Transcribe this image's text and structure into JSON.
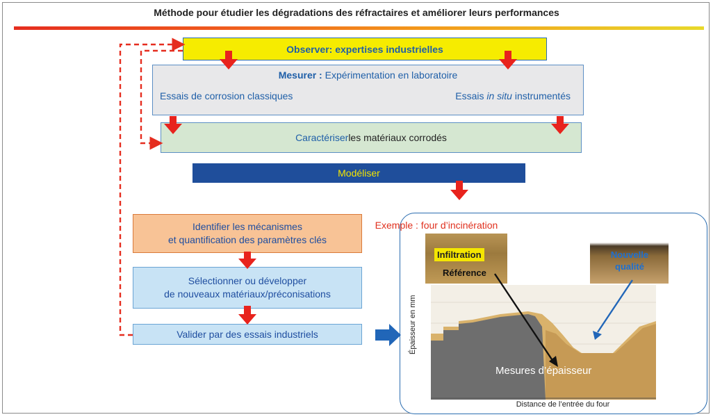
{
  "title": "Méthode pour étudier les dégradations des réfractaires et améliorer leurs performances",
  "steps": {
    "observe": {
      "strong": "Observer",
      "rest": " : expertises industrielles"
    },
    "mesurer": {
      "strong": "Mesurer :",
      "rest": " Expérimentation en laboratoire",
      "left": "Essais de corrosion classiques",
      "right_pre": "Essais ",
      "right_em": "in situ",
      "right_post": " instrumentés"
    },
    "caracteriser": {
      "strong": "Caractériser",
      "rest": " les matériaux corrodés"
    },
    "modeliser": "Modéliser",
    "identifier": {
      "line1": "Identifier les mécanismes",
      "line2": "et quantification des paramètres clés"
    },
    "selectionner": {
      "line1": "Sélectionner ou développer",
      "line2": "de nouveaux matériaux/préconisations"
    },
    "valider": "Valider par des essais industriels"
  },
  "example": {
    "title": "Exemple : four d’incinération",
    "infiltration": "Infiltration",
    "reference": "Référence",
    "nouvelle_qualite_1": "Nouvelle",
    "nouvelle_qualite_2": "qualité",
    "ylabel": "Épaisseur en mm",
    "xlabel": "Distance de l’entrée du four",
    "mesures": "Mesures d’épaisseur"
  },
  "colors": {
    "arrow_red": "#e8231d",
    "dashed_red": "#e52d1f",
    "blue_arrow": "#2166b8"
  }
}
